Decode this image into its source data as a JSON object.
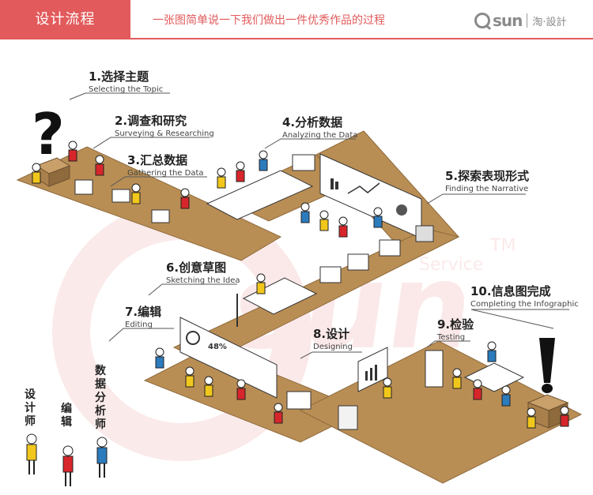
{
  "header": {
    "tab_title": "设计流程",
    "subtitle": "一张图简单说一下我们做出一件优秀作品的过程",
    "logo_text": "sun",
    "logo_sub": "淘·設計"
  },
  "watermark": {
    "tm": "TM",
    "service": "Service"
  },
  "steps": [
    {
      "cn": "1.选择主题",
      "en": "Selecting the Topic"
    },
    {
      "cn": "2.调查和研究",
      "en": "Surveying & Researching"
    },
    {
      "cn": "3.汇总数据",
      "en": "Gathering the Data"
    },
    {
      "cn": "4.分析数据",
      "en": "Analyzing the Data"
    },
    {
      "cn": "5.探索表现形式",
      "en": "Finding the Narrative"
    },
    {
      "cn": "6.创意草图",
      "en": "Sketching the Idea"
    },
    {
      "cn": "7.编辑",
      "en": "Editing"
    },
    {
      "cn": "8.设计",
      "en": "Designing"
    },
    {
      "cn": "9.检验",
      "en": "Testing"
    },
    {
      "cn": "10.信息图完成",
      "en": "Completing the Infographic"
    }
  ],
  "board_text": {
    "percent": "48%"
  },
  "legend": [
    {
      "label": "设计师",
      "color": "#f2c71c"
    },
    {
      "label": "编辑",
      "color": "#d7262b"
    },
    {
      "label": "数据分析师",
      "color": "#2c7bbd"
    }
  ],
  "colors": {
    "brand": "#e25a5b",
    "floor": "#b98e55",
    "designer": "#f2c71c",
    "editor": "#d7262b",
    "analyst": "#2c7bbd"
  }
}
